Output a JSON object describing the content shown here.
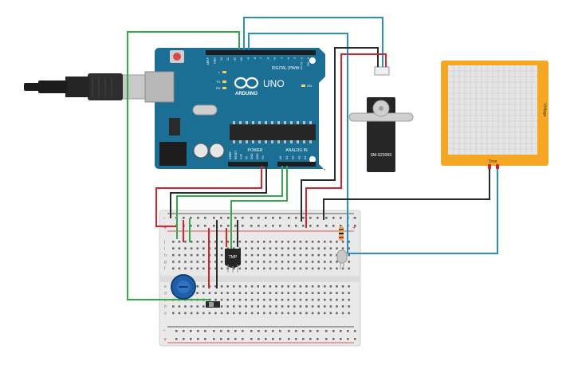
{
  "arduino": {
    "logo_text": "ARDUINO",
    "model": "UNO",
    "digital_header": "DIGITAL (PWM~)",
    "analog_header": "ANALOG IN",
    "power_header": "POWER",
    "on_label": "ON",
    "led_labels": [
      "L",
      "TX",
      "RX"
    ],
    "digital_pins": [
      "AREF",
      "GND",
      "13",
      "12",
      "~11",
      "~10",
      "~9",
      "8",
      "7",
      "~6",
      "~5",
      "4",
      "~3",
      "2",
      "TX→1",
      "RX←0"
    ],
    "power_pins": [
      "IOREF",
      "RESET",
      "3.3V",
      "5V",
      "GND",
      "GND",
      "Vin"
    ],
    "analog_pins": [
      "A0",
      "A1",
      "A2",
      "A3",
      "A4",
      "A5"
    ]
  },
  "servo": {
    "label": "SM-S2309S"
  },
  "sensor": {
    "label": "TMP"
  },
  "plotter": {
    "x_label": "Time",
    "y_label": "Voltage"
  },
  "breadboard": {
    "row_letters_top": [
      "a",
      "b",
      "c",
      "d",
      "e"
    ],
    "row_letters_bottom": [
      "f",
      "g",
      "h",
      "i",
      "j"
    ],
    "rail_plus": "+",
    "rail_minus": "-",
    "column_count": 30
  },
  "colors": {
    "board": "#1b6f94",
    "wire_red": "#d4262a",
    "wire_black": "#2b2b2b",
    "wire_green": "#35a94a",
    "wire_blue": "#2a8fc4",
    "plotter_frame": "#f5a623",
    "breadboard": "#e9e9e9"
  }
}
